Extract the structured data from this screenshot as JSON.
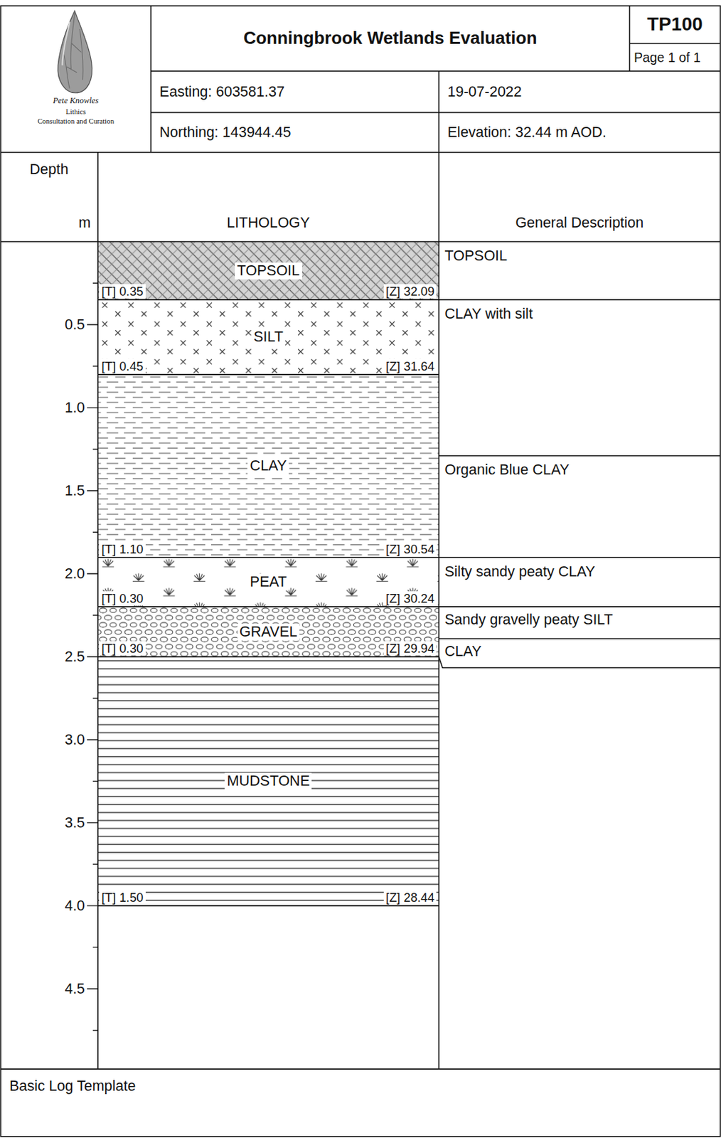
{
  "diagram": {
    "title": "Conningbrook Wetlands Evaluation",
    "nodes": [
      {
        "text": [
          "Pete Knowles",
          "Lithics",
          "Consultation and Curation"
        ]
      },
      {
        "text": [
          "TP100"
        ]
      },
      {
        "text": [
          "Page 1 of 1"
        ]
      },
      {
        "text": [
          "Easting: 603581.37"
        ]
      },
      {
        "text": [
          "19-07-2022"
        ]
      },
      {
        "text": [
          "Northing: 143944.45"
        ]
      },
      {
        "text": [
          "Elevation: 32.44 m AOD."
        ]
      },
      {
        "text": [
          "Depth",
          "m"
        ]
      },
      {
        "text": [
          "LITHOLOGY"
        ]
      },
      {
        "text": [
          "General Description"
        ]
      },
      {
        "text": [
          "TOPSOIL",
          "[T] 0.35",
          "[Z] 32.09"
        ]
      },
      {
        "text": [
          "TOPSOIL"
        ]
      },
      {
        "text": [
          "SILT",
          "[T] 0.45",
          "[Z] 31.64"
        ]
      },
      {
        "text": [
          "CLAY with silt"
        ]
      },
      {
        "text": [
          "CLAY",
          "[T] 1.10",
          "[Z] 30.54"
        ]
      },
      {
        "text": [
          "Organic Blue CLAY"
        ]
      },
      {
        "text": [
          "PEAT",
          "[T] 0.30",
          "[Z] 30.24"
        ]
      },
      {
        "text": [
          "Silty sandy peaty CLAY"
        ]
      },
      {
        "text": [
          "GRAVEL",
          "[T] 0.30",
          "[Z] 29.94"
        ]
      },
      {
        "text": [
          "Sandy gravelly peaty SILT"
        ]
      },
      {
        "text": [
          "CLAY"
        ]
      },
      {
        "text": [
          "MUDSTONE",
          "[T] 1.50",
          "[Z] 28.44"
        ]
      },
      {
        "text": [
          "Basic Log Template"
        ]
      }
    ],
    "labels": [
      "0.5",
      "1.0",
      "1.5",
      "2.0",
      "2.5",
      "3.0",
      "3.5",
      "4.0",
      "4.5"
    ]
  }
}
